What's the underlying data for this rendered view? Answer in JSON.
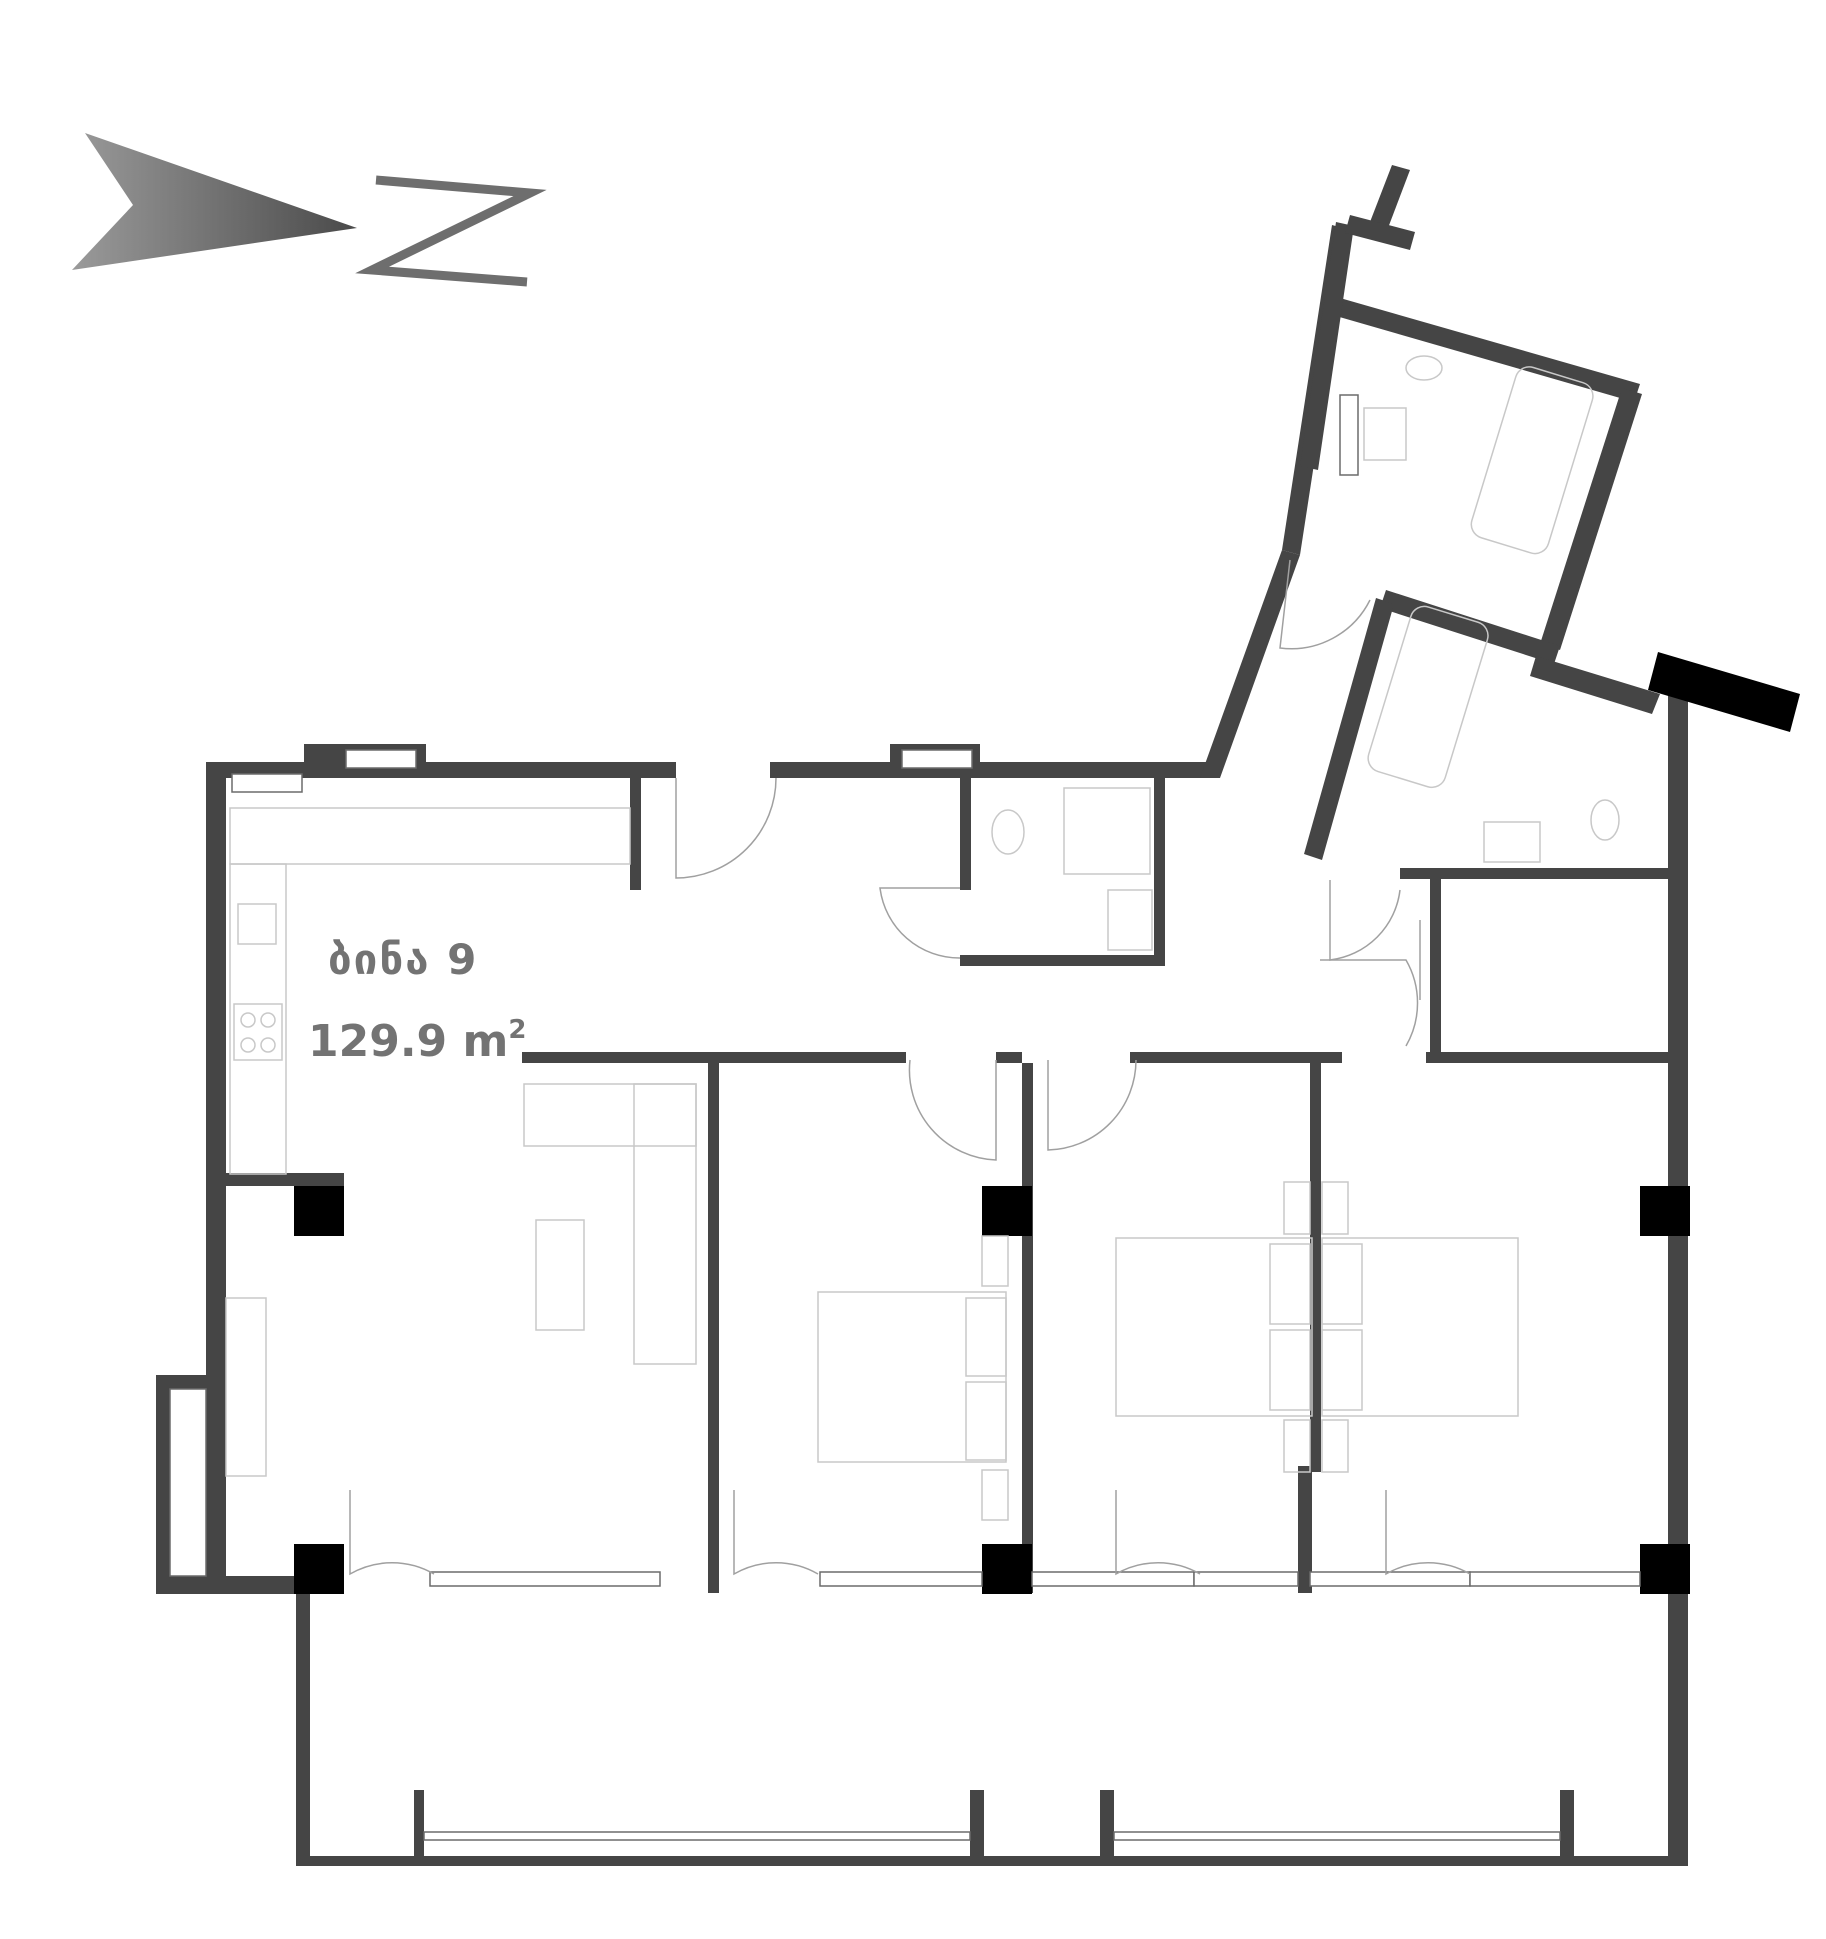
{
  "apartment": {
    "name": "ბინა 9",
    "area_value": "129.9 m",
    "area_unit_power": "2"
  },
  "compass": {
    "direction_letter": "N",
    "arrow_icon": "north-arrow-icon"
  },
  "colors": {
    "wall": "#454545",
    "column": "#000000",
    "label": "#737373",
    "furniture": "#c8c8c8"
  }
}
